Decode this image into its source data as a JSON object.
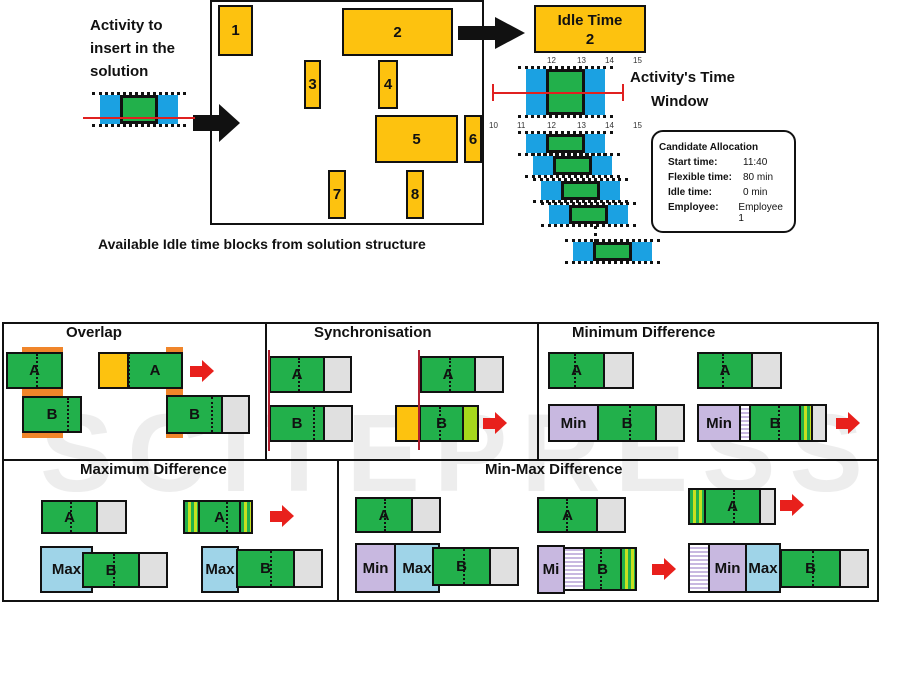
{
  "top": {
    "activity_label": [
      "Activity to",
      "insert in the",
      "solution"
    ],
    "blocks": [
      "1",
      "2",
      "3",
      "4",
      "5",
      "6",
      "7",
      "8"
    ],
    "caption": "Available Idle time blocks from solution structure",
    "idle_time_title": "Idle Time",
    "idle_time_number": "2",
    "time_window_label": [
      "Activity's Time",
      "Window"
    ],
    "ticks_row1": [
      "12",
      "13",
      "14",
      "15"
    ],
    "ticks_row2": [
      "10",
      "11",
      "12",
      "13",
      "14",
      "15"
    ],
    "candidate": {
      "title": "Candidate Allocation",
      "rows": [
        {
          "key": "Start time:",
          "value": "11:40"
        },
        {
          "key": "Flexible time:",
          "value": "80 min"
        },
        {
          "key": "Idle time:",
          "value": "0 min"
        },
        {
          "key": "Employee:",
          "value": "Employee 1"
        }
      ]
    }
  },
  "panels": {
    "overlap": "Overlap",
    "synchronisation": "Synchronisation",
    "minimum_difference": "Minimum Difference",
    "maximum_difference": "Maximum Difference",
    "minmax_difference": "Min-Max Difference"
  },
  "labels": {
    "A": "A",
    "B": "B",
    "Min": "Min",
    "Max": "Max",
    "Mi": "Mi"
  },
  "watermark": "SCITEPRESS",
  "colors": {
    "idle": "#fdc20f",
    "activity": "#22b04b",
    "flex": "#1ba1e2",
    "window": "#e02020",
    "overlap": "#f0852a",
    "gap": "#e0e0e0",
    "min": "#c8b8e0",
    "max": "#9fd4e8",
    "lime": "#a6d81c",
    "arrow": "#e8201c"
  }
}
